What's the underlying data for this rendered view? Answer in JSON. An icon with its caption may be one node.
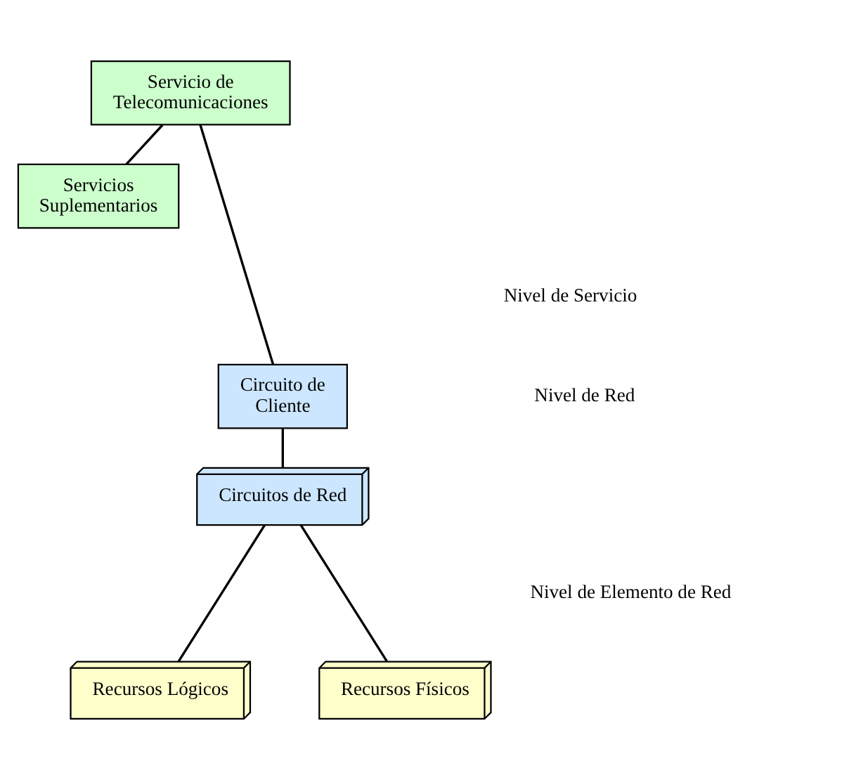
{
  "diagram": {
    "nodes": [
      {
        "text": [
          "Servicio de Telecomunicaciones"
        ]
      },
      {
        "text": [
          "Servicios Suplementarios"
        ]
      },
      {
        "text": [
          "Circuito de Cliente"
        ]
      },
      {
        "text": [
          "Circuitos de Red"
        ]
      },
      {
        "text": [
          "Recursos Lógicos"
        ]
      },
      {
        "text": [
          "Recursos Físicos"
        ]
      }
    ],
    "edges": [
      {
        "from": 0,
        "to": 1,
        "arrow": "none"
      },
      {
        "from": 0,
        "to": 2,
        "arrow": "none"
      },
      {
        "from": 2,
        "to": 3,
        "arrow": "none"
      },
      {
        "from": 3,
        "to": 4,
        "arrow": "none"
      },
      {
        "from": 3,
        "to": 5,
        "arrow": "none"
      }
    ],
    "labels": [
      "Nivel de Servicio",
      "Nivel de Red",
      "Nivel de Elemento de Red"
    ]
  }
}
